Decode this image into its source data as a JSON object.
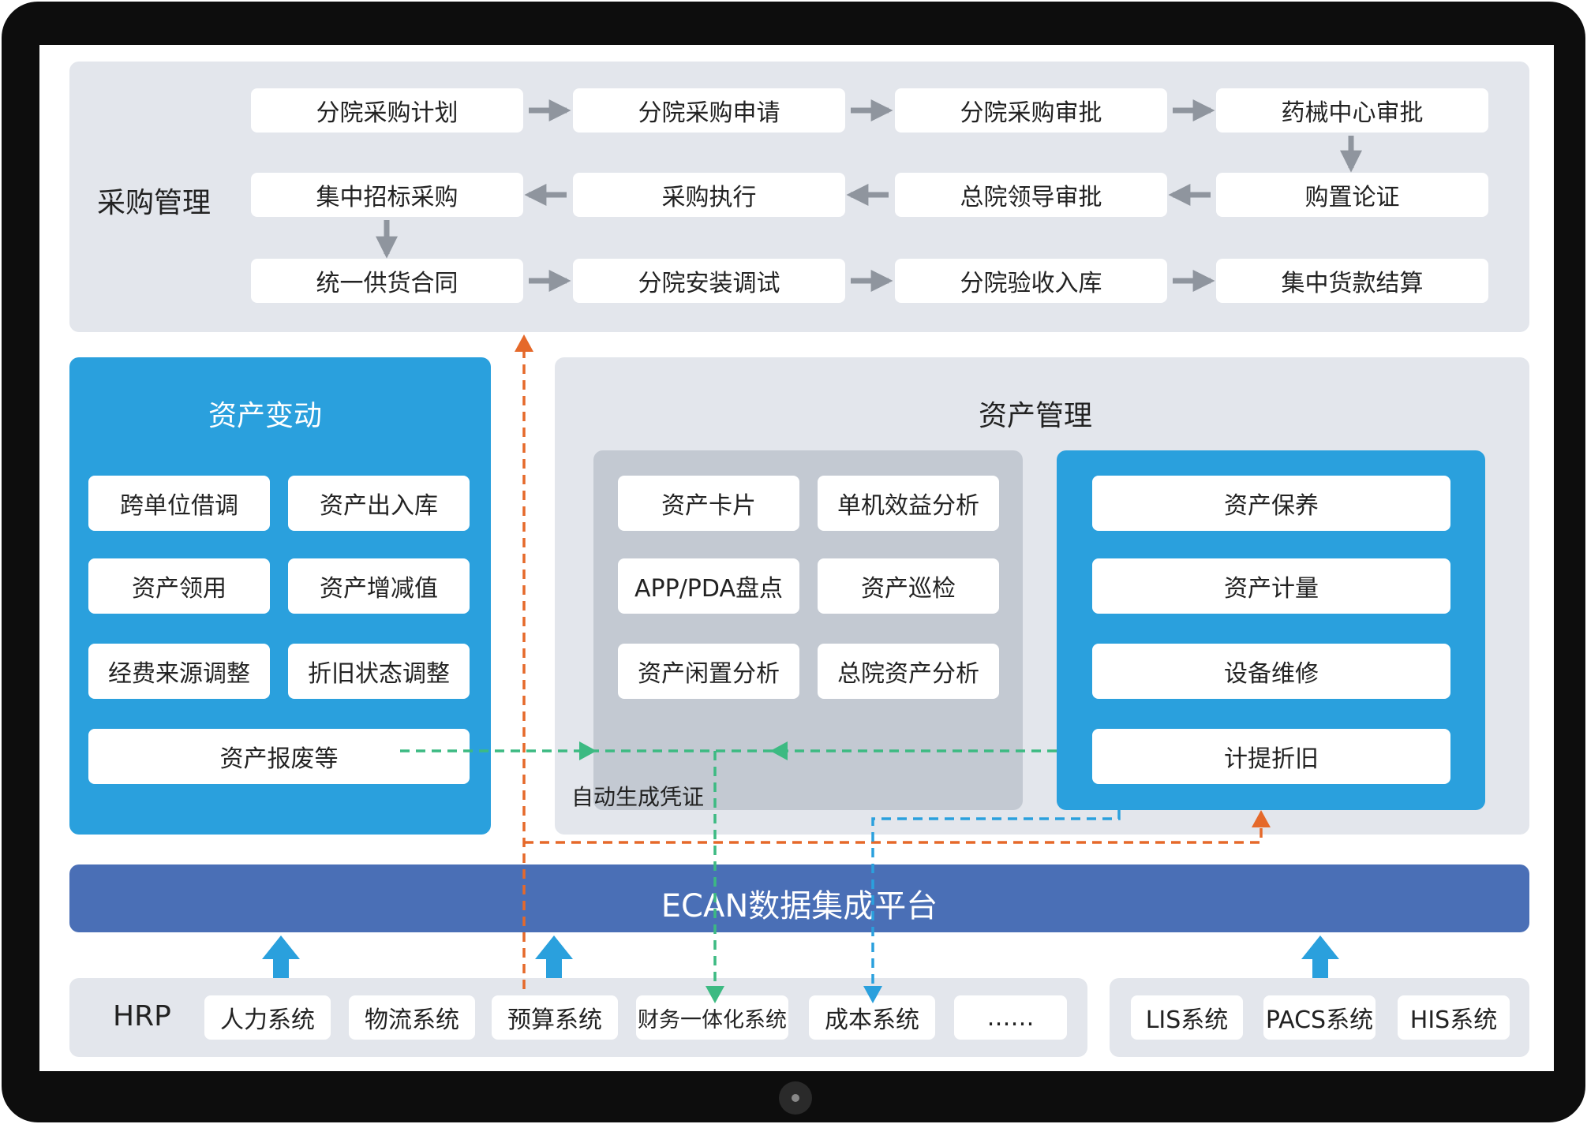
{
  "procurement": {
    "title": "采购管理",
    "row1": [
      "分院采购计划",
      "分院采购申请",
      "分院采购审批",
      "药械中心审批"
    ],
    "row2": [
      "集中招标采购",
      "采购执行",
      "总院领导审批",
      "购置论证"
    ],
    "row3": [
      "统一供货合同",
      "分院安装调试",
      "分院验收入库",
      "集中货款结算"
    ]
  },
  "asset_change": {
    "title": "资产变动",
    "items": [
      "跨单位借调",
      "资产出入库",
      "资产领用",
      "资产增减值",
      "经费来源调整",
      "折旧状态调整",
      "资产报废等"
    ]
  },
  "asset_mgmt": {
    "title": "资产管理",
    "grey_items": [
      "资产卡片",
      "单机效益分析",
      "APP/PDA盘点",
      "资产巡检",
      "资产闲置分析",
      "总院资产分析"
    ],
    "blue_items": [
      "资产保养",
      "资产计量",
      "设备维修",
      "计提折旧"
    ],
    "voucher_label": "自动生成凭证"
  },
  "platform": {
    "title": "ECAN数据集成平台"
  },
  "systems": {
    "hrp_label": "HRP",
    "hrp_items": [
      "人力系统",
      "物流系统",
      "预算系统",
      "财务一体化系统",
      "成本系统",
      "……"
    ],
    "clinical_items": [
      "LIS系统",
      "PACS系统",
      "HIS系统"
    ]
  },
  "colors": {
    "panel_grey": "#e3e6ec",
    "panel_mid_grey": "#c3c9d2",
    "panel_blue": "#2aa0dd",
    "platform_blue": "#4a6fb6",
    "flow_arrow_grey": "#8f959e",
    "dashed_orange": "#e5692a",
    "dashed_green": "#3cba82",
    "dashed_blue": "#2aa0dd",
    "up_arrow_blue": "#2aa0dd"
  }
}
